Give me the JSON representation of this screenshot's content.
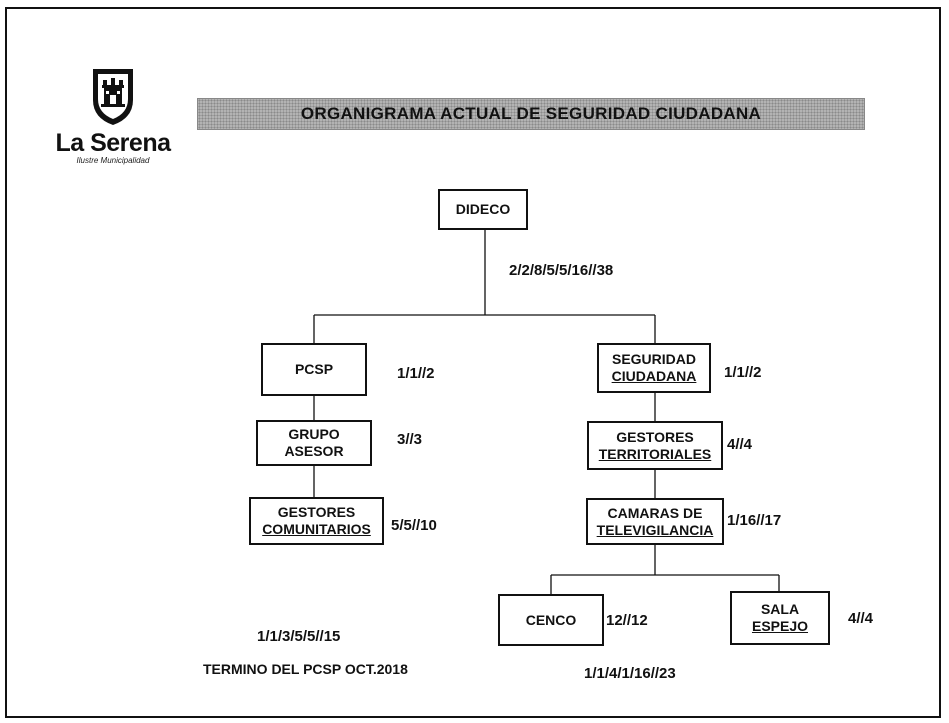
{
  "logo": {
    "name": "La Serena",
    "subtitle": "Ilustre Municipalidad"
  },
  "title": "ORGANIGRAMA ACTUAL DE SEGURIDAD CIUDADANA",
  "nodes": {
    "dideco": {
      "label": "DIDECO"
    },
    "pcsp": {
      "label": "PCSP"
    },
    "grupo_asesor": {
      "line1": "GRUPO",
      "line2": "ASESOR"
    },
    "gestores_comunitarios": {
      "line1": "GESTORES",
      "line2": "COMUNITARIOS"
    },
    "seguridad_ciudadana": {
      "line1": "SEGURIDAD",
      "line2": "CIUDADANA"
    },
    "gestores_territoriales": {
      "line1": "GESTORES",
      "line2": "TERRITORIALES"
    },
    "camaras": {
      "line1": "CAMARAS DE",
      "line2": "TELEVIGILANCIA"
    },
    "cenco": {
      "label": "CENCO"
    },
    "sala_espejo": {
      "line1": "SALA",
      "line2": "ESPEJO"
    }
  },
  "labels": {
    "dideco_count": "2/2/8/5/5/16//38",
    "pcsp_count": "1/1//2",
    "grupo_asesor_count": "3//3",
    "gestores_comunitarios_count": "5/5//10",
    "seguridad_count": "1/1//2",
    "territoriales_count": "4//4",
    "camaras_count": "1/16//17",
    "cenco_count": "12//12",
    "sala_espejo_count": "4//4",
    "left_total": "1/1/3/5/5//15",
    "left_note": "TERMINO DEL PCSP OCT.2018",
    "right_total": "1/1/4/1/16//23"
  },
  "colors": {
    "title_bar": "#b3b3b3",
    "line": "#111111"
  }
}
